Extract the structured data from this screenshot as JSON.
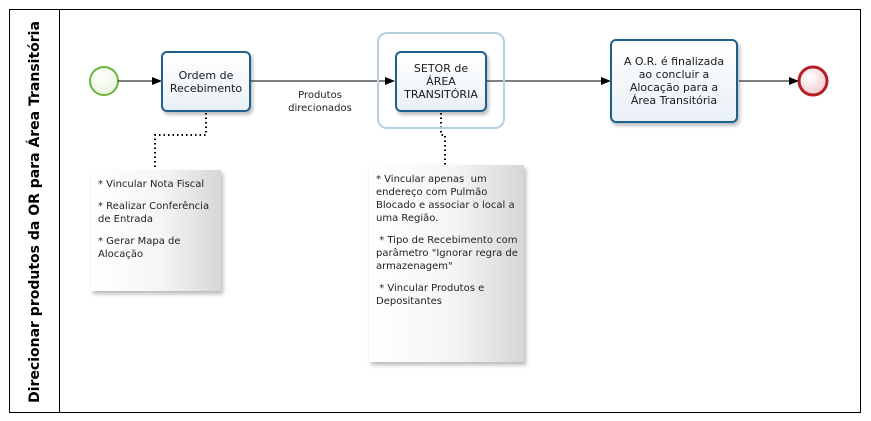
{
  "lane": {
    "title": "Direcionar produtos da OR para Área Transitória"
  },
  "tasks": {
    "ordem": "Ordem de Recebimento",
    "setor": "SETOR de ÁREA TRANSITÓRIA",
    "finalizada": "A O.R. é finalizada ao concluir a Alocação para a Área Transitória"
  },
  "flow_label": "Produtos direcionados",
  "notes": {
    "left": [
      "* Vincular Nota Fiscal",
      "* Realizar Conferência de Entrada",
      "* Gerar Mapa de Alocação"
    ],
    "center": [
      "* Vincular apenas  um endereço com Pulmão Blocado e associar o local a uma Região.",
      " * Tipo de Recebimento com parâmetro \"Ignorar regra de armazenagem\"",
      " * Vincular Produtos e Depositantes"
    ]
  },
  "colors": {
    "task_border": "#1f5f8b",
    "start_event": "#6db33f",
    "end_event": "#b3202a",
    "group_border": "#b7d0de"
  }
}
